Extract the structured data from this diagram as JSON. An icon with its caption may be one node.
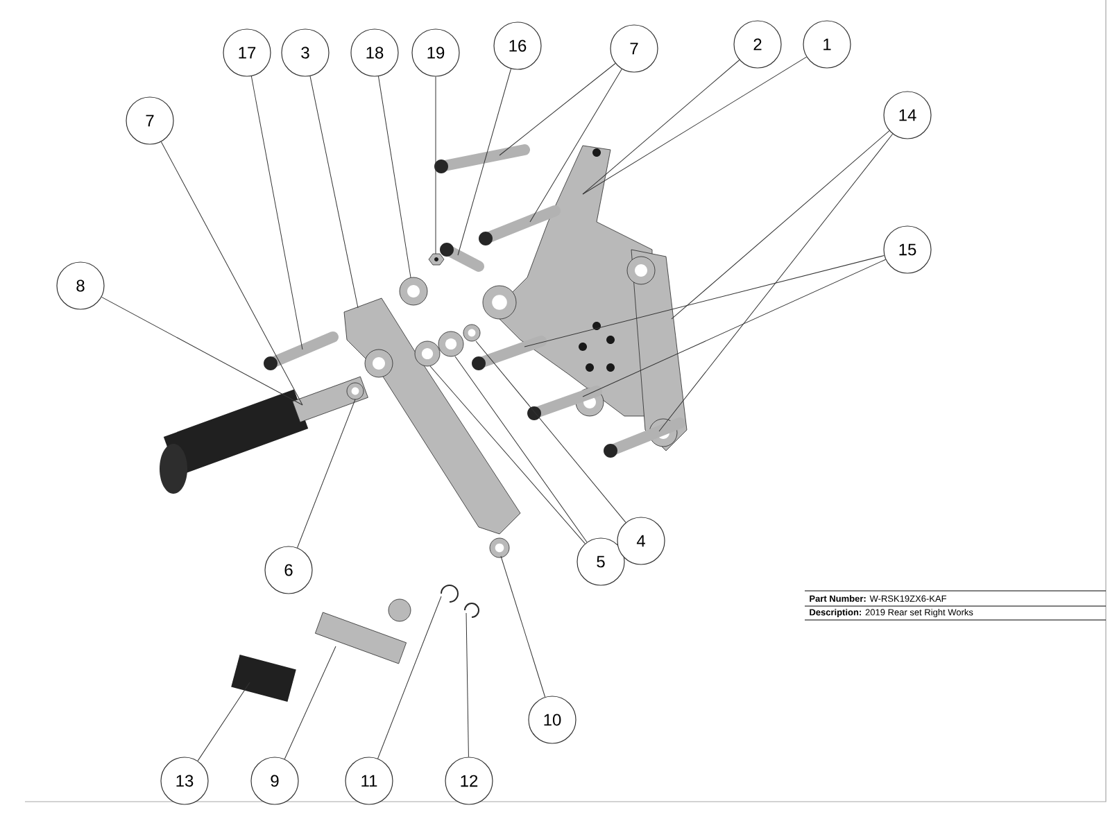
{
  "diagram": {
    "nodes": [
      {
        "text": [
          "17"
        ]
      },
      {
        "text": [
          "3"
        ]
      },
      {
        "text": [
          "18"
        ]
      },
      {
        "text": [
          "19"
        ]
      },
      {
        "text": [
          "16"
        ]
      },
      {
        "text": [
          "7"
        ]
      },
      {
        "text": [
          "2"
        ]
      },
      {
        "text": [
          "1"
        ]
      },
      {
        "text": [
          "14"
        ]
      },
      {
        "text": [
          "15"
        ]
      },
      {
        "text": [
          "7"
        ]
      },
      {
        "text": [
          "8"
        ]
      },
      {
        "text": [
          "6"
        ]
      },
      {
        "text": [
          "5"
        ]
      },
      {
        "text": [
          "4"
        ]
      },
      {
        "text": [
          "10"
        ]
      },
      {
        "text": [
          "13"
        ]
      },
      {
        "text": [
          "9"
        ]
      },
      {
        "text": [
          "11"
        ]
      },
      {
        "text": [
          "12"
        ]
      },
      {
        "text": [],
        "shape": "picture"
      },
      {
        "text": [],
        "shape": "picture"
      },
      {
        "text": [],
        "shape": "picture"
      },
      {
        "text": [],
        "shape": "picture"
      },
      {
        "text": [],
        "shape": "picture"
      },
      {
        "text": [],
        "shape": "picture"
      },
      {
        "text": [],
        "shape": "picture"
      },
      {
        "text": [],
        "shape": "picture"
      },
      {
        "text": [],
        "shape": "picture"
      },
      {
        "text": [],
        "shape": "picture"
      },
      {
        "text": [],
        "shape": "picture"
      },
      {
        "text": [],
        "shape": "picture"
      },
      {
        "text": [],
        "shape": "picture"
      },
      {
        "text": [],
        "shape": "picture"
      },
      {
        "text": [],
        "shape": "picture"
      },
      {
        "text": [],
        "shape": "picture"
      },
      {
        "text": [],
        "shape": "picture"
      },
      {
        "text": [],
        "shape": "picture"
      },
      {
        "text": [],
        "shape": "picture"
      },
      {
        "text": [],
        "shape": "picture"
      },
      {
        "text": [],
        "shape": "picture"
      },
      {
        "text": [],
        "shape": "picture"
      }
    ],
    "edges": [
      {
        "from": 0,
        "to": 21,
        "arrow": "none"
      },
      {
        "from": 1,
        "to": 30,
        "arrow": "none"
      },
      {
        "from": 2,
        "to": 34,
        "arrow": "none"
      },
      {
        "from": 3,
        "to": 35,
        "arrow": "none"
      },
      {
        "from": 4,
        "to": 27,
        "arrow": "none"
      },
      {
        "from": 5,
        "to": 22,
        "arrow": "none"
      },
      {
        "from": 5,
        "to": 23,
        "arrow": "none"
      },
      {
        "from": 6,
        "to": 28,
        "arrow": "none"
      },
      {
        "from": 7,
        "to": 28,
        "arrow": "none"
      },
      {
        "from": 8,
        "to": 29,
        "arrow": "none"
      },
      {
        "from": 8,
        "to": 26,
        "arrow": "none"
      },
      {
        "from": 9,
        "to": 24,
        "arrow": "none"
      },
      {
        "from": 9,
        "to": 25,
        "arrow": "none"
      },
      {
        "from": 10,
        "to": 20,
        "arrow": "none"
      },
      {
        "from": 11,
        "to": 20,
        "arrow": "none"
      },
      {
        "from": 12,
        "to": 36,
        "arrow": "none"
      },
      {
        "from": 13,
        "to": 32,
        "arrow": "none"
      },
      {
        "from": 13,
        "to": 31,
        "arrow": "none"
      },
      {
        "from": 14,
        "to": 33,
        "arrow": "none"
      },
      {
        "from": 15,
        "to": 39,
        "arrow": "none"
      },
      {
        "from": 16,
        "to": 38,
        "arrow": "none"
      },
      {
        "from": 17,
        "to": 37,
        "arrow": "none"
      },
      {
        "from": 18,
        "to": 40,
        "arrow": "none"
      },
      {
        "from": 19,
        "to": 41,
        "arrow": "none"
      }
    ],
    "labels": [
      "**Part Number:** W-RSK19ZX6-KAF",
      "**Description:** 2019 Rear set Right Works"
    ]
  }
}
